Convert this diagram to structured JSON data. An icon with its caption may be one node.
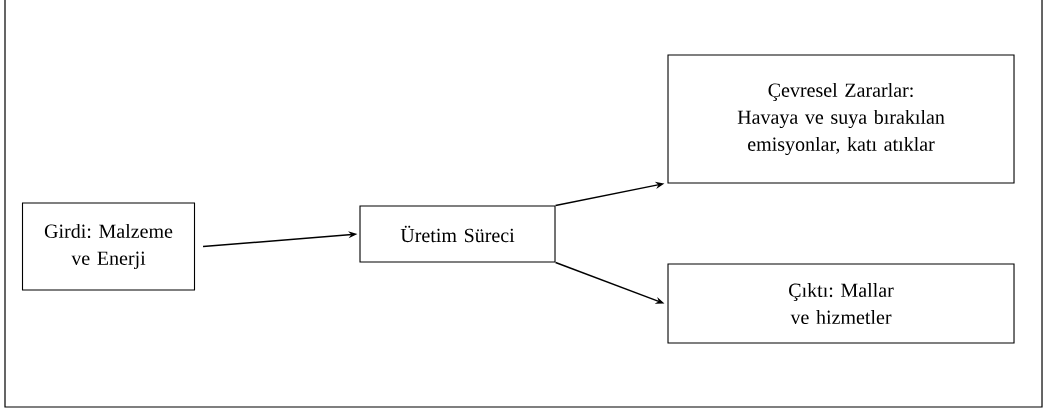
{
  "diagram": {
    "nodes": [
      {
        "text": [
          "Girdi: Malzeme ve Enerji"
        ]
      },
      {
        "text": [
          "Üretim Süreci"
        ]
      },
      {
        "text": [
          "Çevresel Zararlar: Havaya ve suya bırakılan emisyonlar, katı atıklar"
        ]
      },
      {
        "text": [
          "Çıktı: Mallar ve hizmetler"
        ]
      }
    ],
    "edges": [
      {
        "from": 0,
        "to": 1,
        "arrow": "to"
      },
      {
        "from": 1,
        "to": 2,
        "arrow": "to"
      },
      {
        "from": 1,
        "to": 3,
        "arrow": "to"
      }
    ]
  }
}
